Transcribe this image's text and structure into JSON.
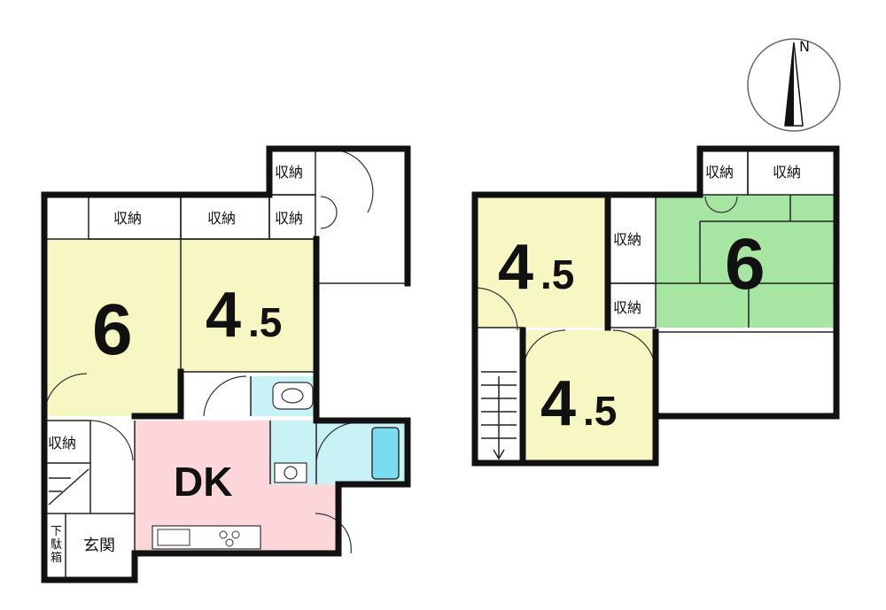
{
  "compass": {
    "label": "N"
  },
  "floor1": {
    "rooms": [
      {
        "id": "room-6",
        "label": "6"
      },
      {
        "id": "room-45",
        "label_main": "4",
        "label_sub": ".5"
      },
      {
        "id": "dk",
        "label": "DK"
      },
      {
        "id": "genkan",
        "label": "玄関"
      },
      {
        "id": "getabako",
        "label": "下\n駄\n箱"
      }
    ],
    "storage": [
      "収納",
      "収納",
      "収納",
      "収納",
      "収納"
    ]
  },
  "floor2": {
    "rooms": [
      {
        "id": "room-45-a",
        "label_main": "4",
        "label_sub": ".5"
      },
      {
        "id": "room-45-b",
        "label_main": "4",
        "label_sub": ".5"
      },
      {
        "id": "washitsu-6",
        "label": "6"
      }
    ],
    "storage": [
      "収納",
      "収納",
      "収納",
      "収納"
    ]
  },
  "colors": {
    "yellow_room": "#f7f7c3",
    "green_room": "#a6e6a2",
    "pink_dk": "#fdd6d9",
    "blue_wet": "#c9f2f7",
    "bath_blue": "#79dcef"
  }
}
